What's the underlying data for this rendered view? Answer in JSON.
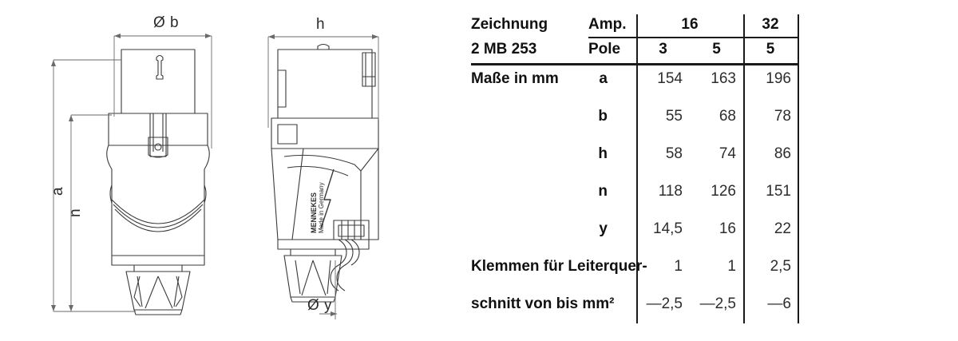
{
  "drawings": {
    "front_view": {
      "name": "CEE plug front view",
      "dimension_labels": [
        {
          "text": "Ø b",
          "orientation": "horizontal",
          "position": "top"
        },
        {
          "text": "a",
          "orientation": "vertical",
          "position": "left-outer"
        },
        {
          "text": "n",
          "orientation": "vertical",
          "position": "left-inner"
        }
      ]
    },
    "side_view": {
      "name": "CEE plug side view",
      "dimension_labels": [
        {
          "text": "h",
          "orientation": "horizontal",
          "position": "top"
        },
        {
          "text": "Ø y",
          "orientation": "horizontal",
          "position": "bottom"
        }
      ],
      "brand_text": "MENNEKES",
      "origin_text": "Made in Germany"
    }
  },
  "table": {
    "drawing_caption_line1": "Zeichnung",
    "drawing_caption_line2": "2 MB 253",
    "param_header_line1": "Amp.",
    "param_header_line2": "Pole",
    "amp_groups": [
      {
        "amp": "16",
        "poles": [
          "3",
          "5"
        ]
      },
      {
        "amp": "32",
        "poles": [
          "5"
        ]
      }
    ],
    "amp_16": "16",
    "amp_32": "32",
    "pole_3": "3",
    "pole_5a": "5",
    "pole_5b": "5",
    "section_label": "Maße in mm",
    "rows": [
      {
        "label": "a",
        "values": [
          "154",
          "163",
          "196"
        ]
      },
      {
        "label": "b",
        "values": [
          "55",
          "68",
          "78"
        ]
      },
      {
        "label": "h",
        "values": [
          "58",
          "74",
          "86"
        ]
      },
      {
        "label": "n",
        "values": [
          "118",
          "126",
          "151"
        ]
      },
      {
        "label": "y",
        "values": [
          "14,5",
          "16",
          "22"
        ]
      }
    ],
    "terminal_row": {
      "label_line1": "Klemmen für Leiterquer-",
      "label_line2": "schnitt von bis mm²",
      "values_line1": [
        "1",
        "1",
        "2,5"
      ],
      "values_line2": [
        "—2,5",
        "—2,5",
        "—6"
      ]
    }
  },
  "colors": {
    "line": "#1a1a1a",
    "drawing_line": "#3a3a3a",
    "text": "#111111",
    "value_text": "#2d2d2d",
    "background": "#ffffff"
  }
}
